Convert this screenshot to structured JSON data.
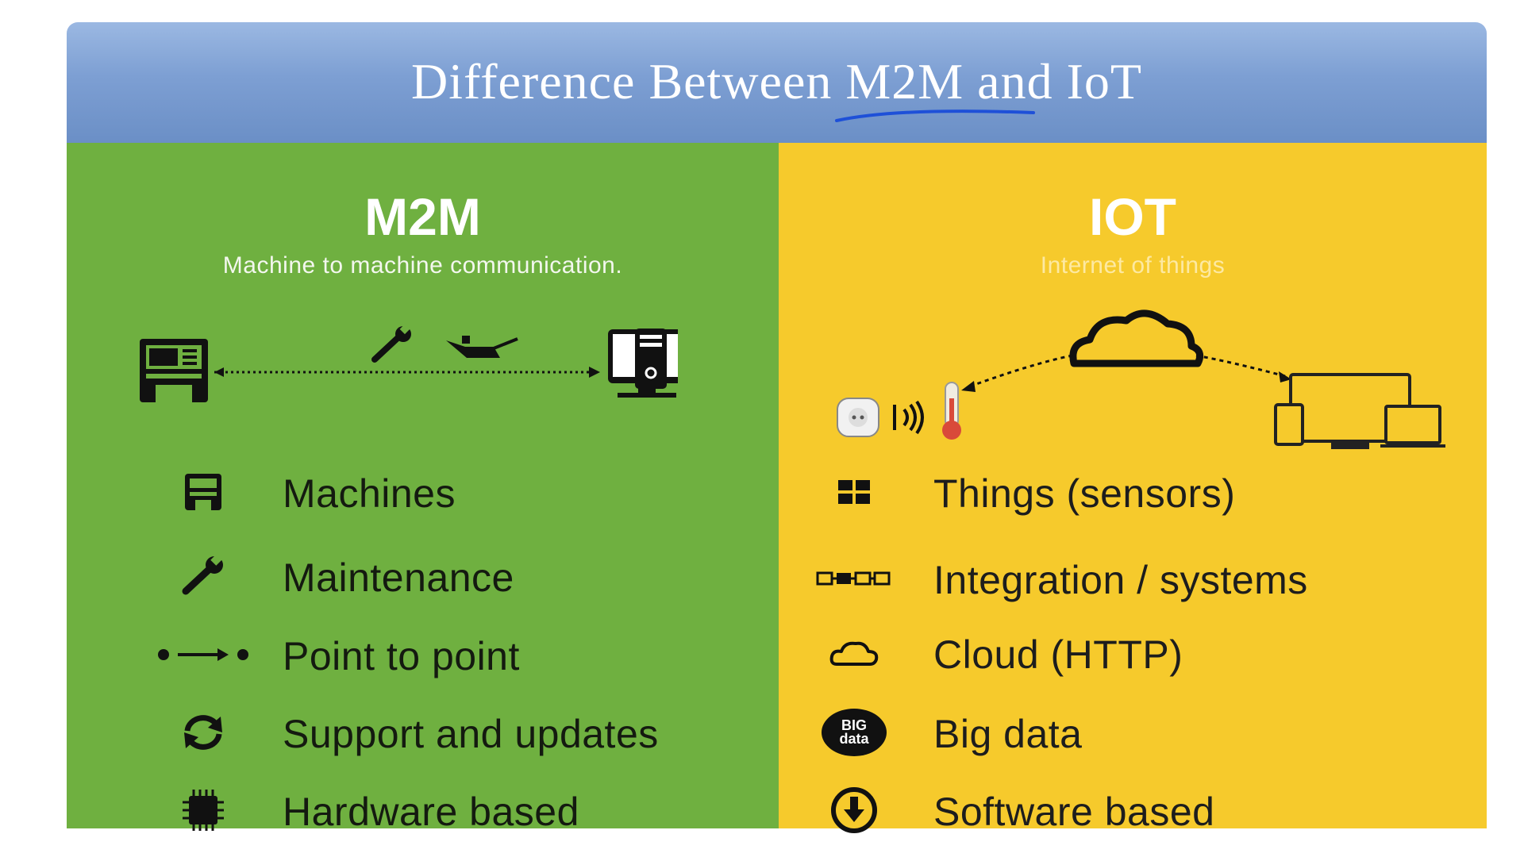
{
  "title": "Difference Between M2M and IoT",
  "colors": {
    "m2m_panel": "#6fb040",
    "iot_panel": "#f6ca2c",
    "title_bar": "#7d9fd3",
    "underline": "#1e50d8"
  },
  "m2m": {
    "heading": "M2M",
    "subheading": "Machine to machine communication.",
    "items": [
      {
        "icon": "machine-icon",
        "label": "Machines"
      },
      {
        "icon": "wrench-icon",
        "label": "Maintenance"
      },
      {
        "icon": "point-to-point-icon",
        "label": "Point to point"
      },
      {
        "icon": "refresh-icon",
        "label": "Support and updates"
      },
      {
        "icon": "chip-icon",
        "label": "Hardware based"
      }
    ]
  },
  "iot": {
    "heading": "IOT",
    "subheading": "Internet of things",
    "items": [
      {
        "icon": "grid-icon",
        "label": "Things (sensors)"
      },
      {
        "icon": "integration-icon",
        "label": "Integration / systems"
      },
      {
        "icon": "cloud-icon",
        "label": "Cloud (HTTP)"
      },
      {
        "icon": "big-data-icon",
        "label": "Big data",
        "badge": [
          "BIG",
          "data"
        ]
      },
      {
        "icon": "download-icon",
        "label": "Software based"
      }
    ]
  }
}
